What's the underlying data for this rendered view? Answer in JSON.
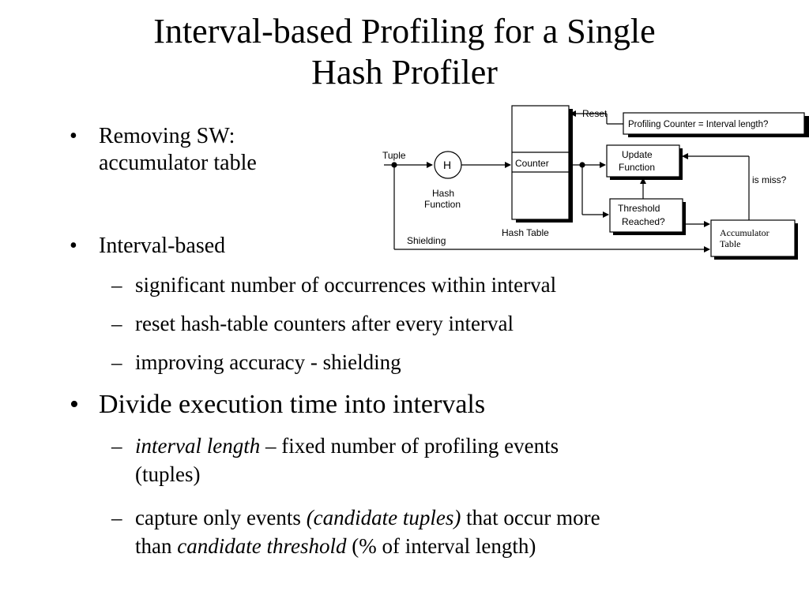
{
  "title": {
    "line1": "Interval-based Profiling for a Single",
    "line2": "Hash Profiler"
  },
  "bullets": {
    "removing": {
      "line1": "Removing SW:",
      "line2": "accumulator table"
    },
    "interval_based": {
      "label": "Interval-based",
      "subs": [
        "significant number of occurrences  within interval",
        "reset hash-table counters after every interval",
        "improving accuracy - shielding"
      ]
    },
    "divide": {
      "label": "Divide execution time into intervals",
      "sub1": {
        "italic": "interval length",
        "rest": " – fixed number of profiling events",
        "line2": "(tuples)"
      },
      "sub2": {
        "part1": "capture only events ",
        "italic1": "(candidate tuples)",
        "part2": " that occur more",
        "part3": "than ",
        "italic2": "candidate threshold",
        "part4": " (% of interval length)"
      }
    },
    "bullet_glyph": "•",
    "dash_glyph": "–"
  },
  "diagram": {
    "tuple": "Tuple",
    "h": "H",
    "hash_function_1": "Hash",
    "hash_function_2": "Function",
    "counter": "Counter",
    "hash_table": "Hash Table",
    "reset": "Reset",
    "profiling_counter": "Profiling Counter = Interval length?",
    "update_1": "Update",
    "update_2": "Function",
    "threshold_1": "Threshold",
    "threshold_2": "Reached?",
    "is_miss": "is miss?",
    "shielding": "Shielding",
    "accumulator_1": "Accumulator",
    "accumulator_2": "Table"
  }
}
